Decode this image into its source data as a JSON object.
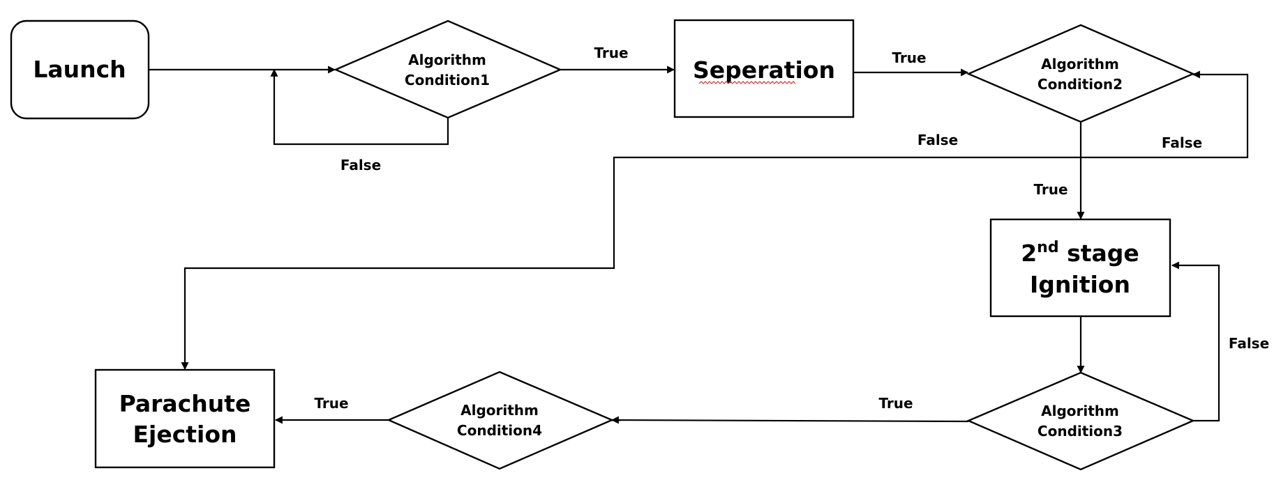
{
  "nodes": {
    "launch": {
      "label": "Launch"
    },
    "cond1": {
      "line1": "Algorithm",
      "line2": "Condition1"
    },
    "separation": {
      "label": "Seperation"
    },
    "cond2": {
      "line1": "Algorithm",
      "line2": "Condition2"
    },
    "ignition": {
      "num": "2",
      "sup": "nd",
      "rest": " stage",
      "line2": "Ignition"
    },
    "cond3": {
      "line1": "Algorithm",
      "line2": "Condition3"
    },
    "cond4": {
      "line1": "Algorithm",
      "line2": "Condition4"
    },
    "parachute": {
      "line1": "Parachute",
      "line2": "Ejection"
    }
  },
  "edges": {
    "cond1_true": "True",
    "cond1_false": "False",
    "separation_true": "True",
    "cond2_false_to_parachute": "False",
    "cond2_false_loop": "False",
    "cond2_true": "True",
    "cond3_false": "False",
    "cond3_true": "True",
    "cond4_true": "True"
  },
  "colors": {
    "stroke": "#000000",
    "background": "#ffffff",
    "spellcheck": "#e03030"
  }
}
